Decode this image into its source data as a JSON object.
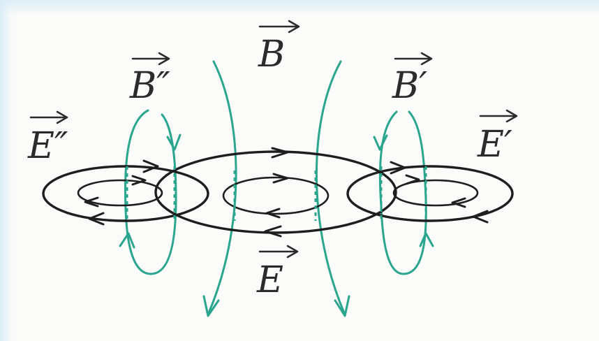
{
  "labels": {
    "b": "B",
    "b_double_prime": "B″",
    "b_prime": "B′",
    "e_double_prime": "E″",
    "e_prime": "E′",
    "e": "E"
  },
  "colors": {
    "background": "#fbfbf9",
    "electric_field": "#1e1e1e",
    "magnetic_field": "#2aa58e",
    "corner_glow": "#d9ecf7"
  }
}
